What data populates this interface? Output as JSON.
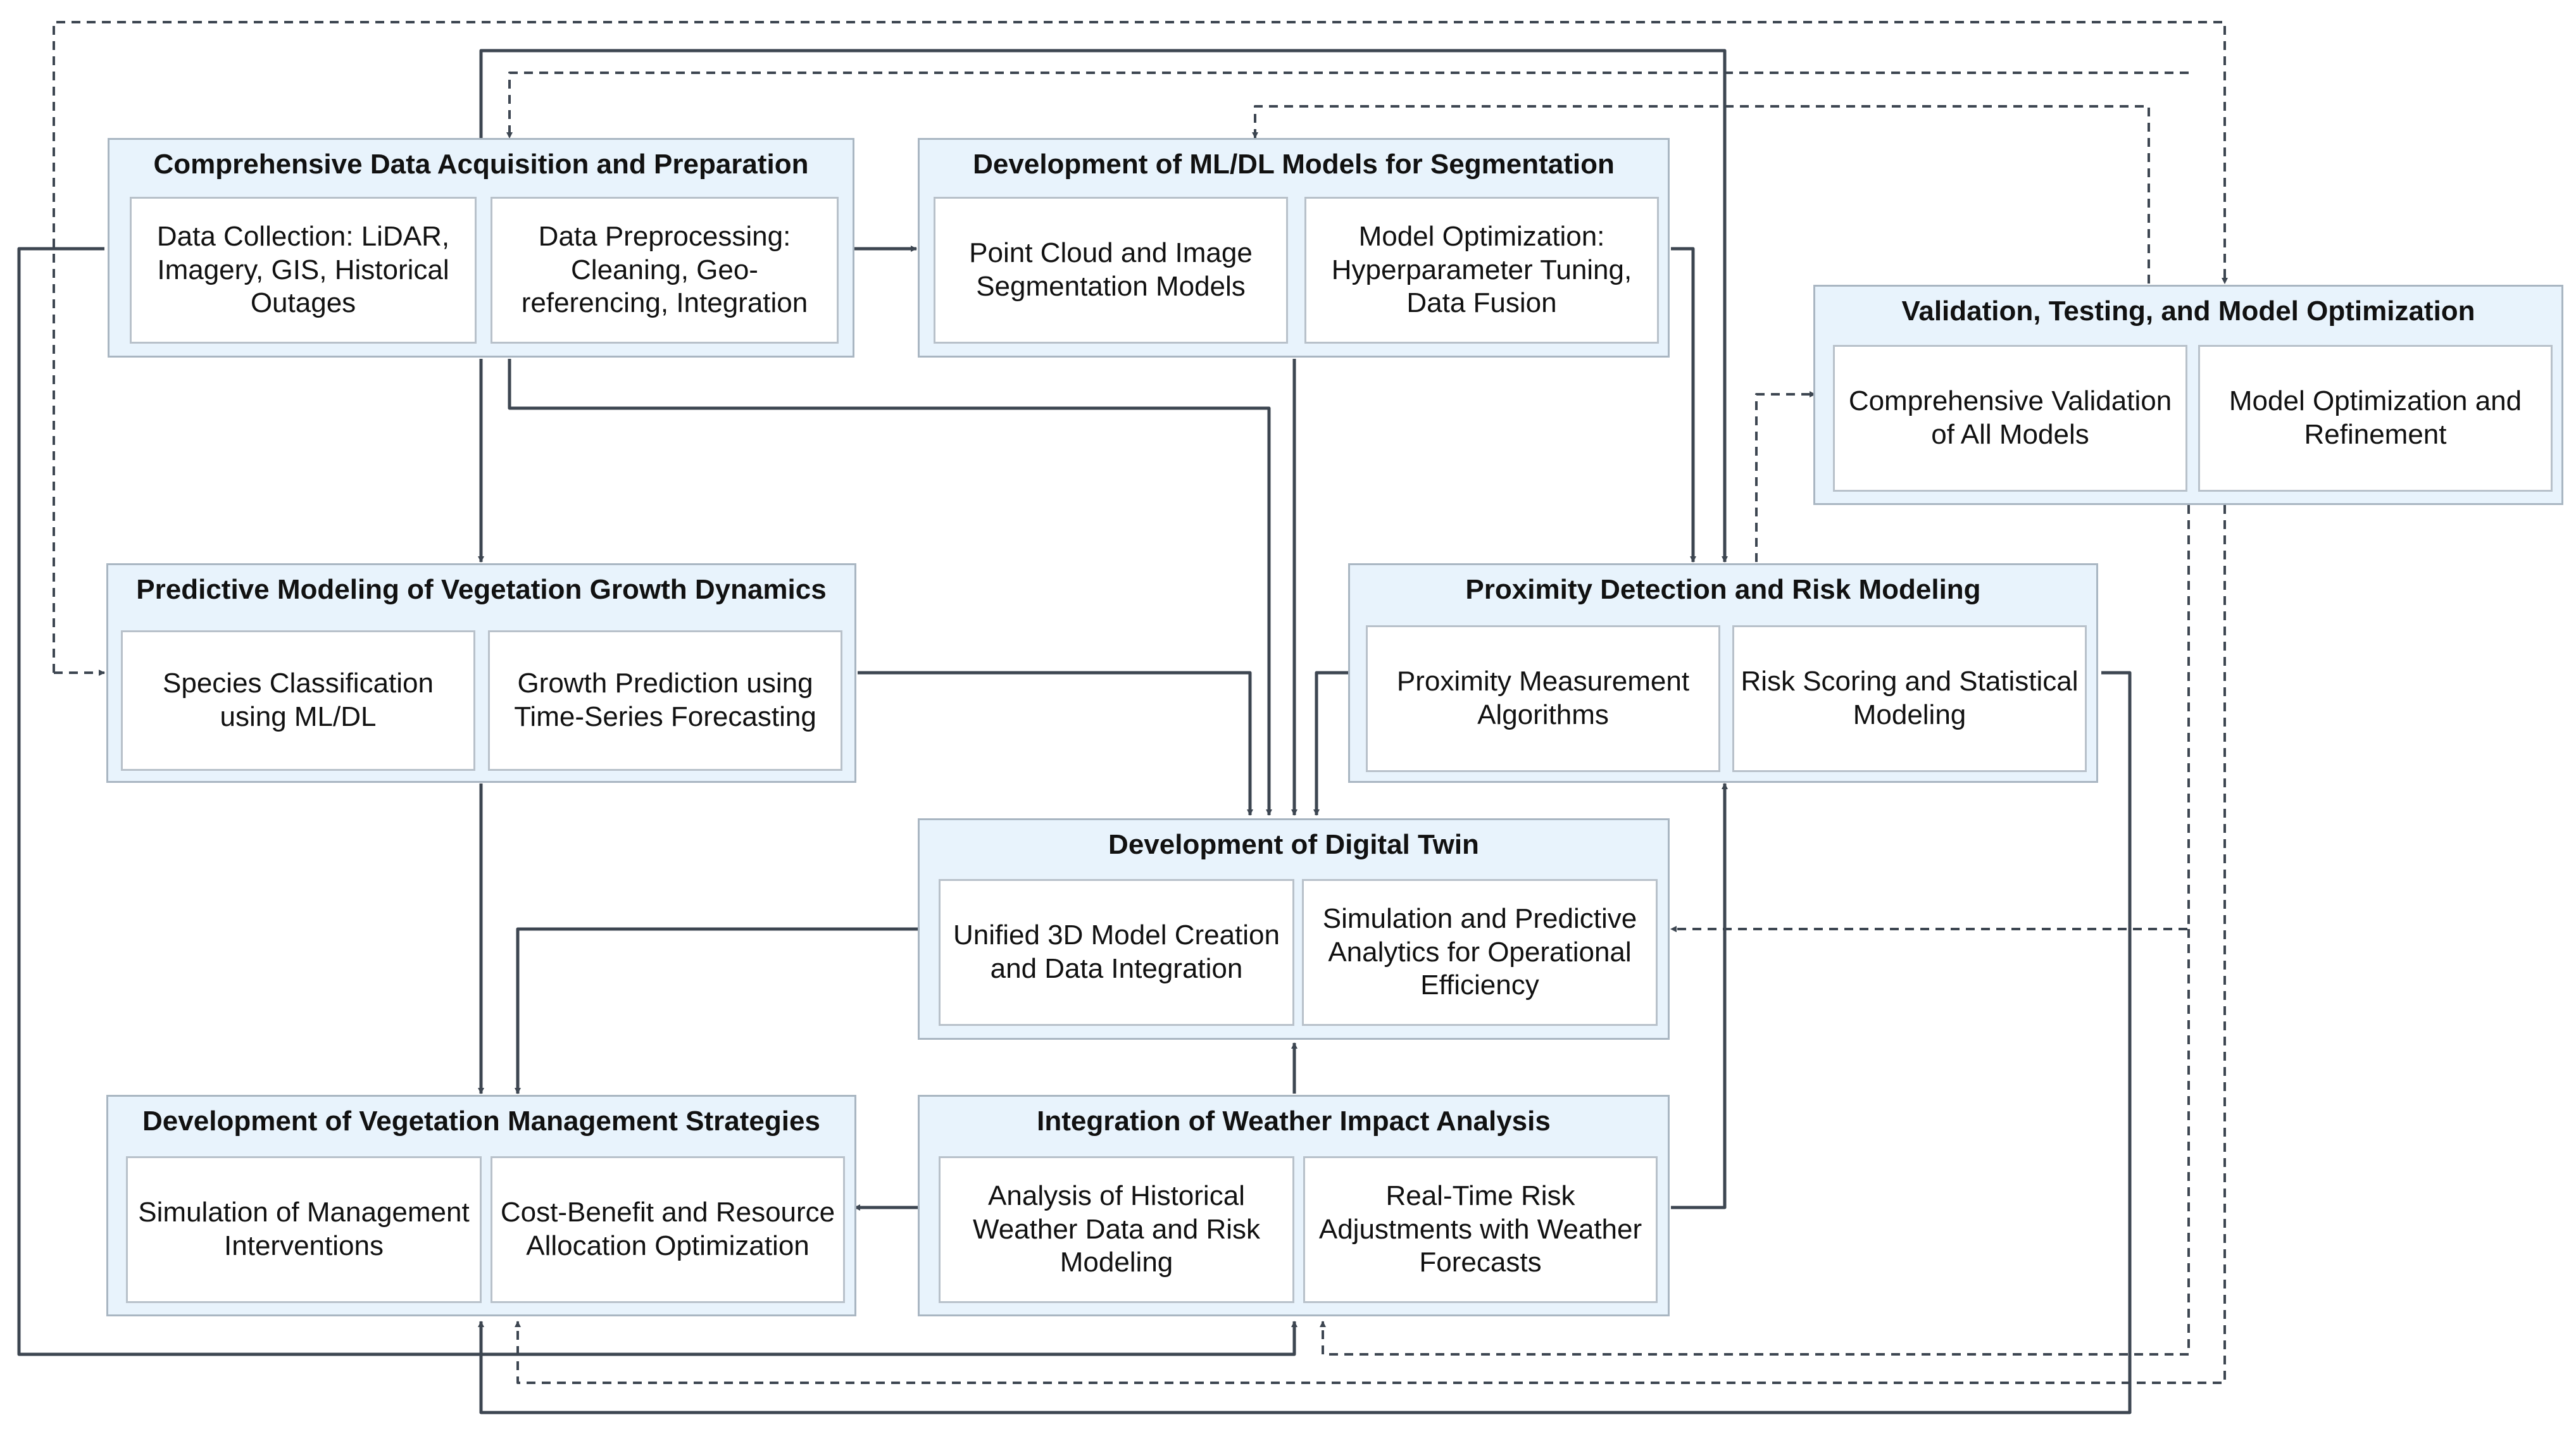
{
  "colors": {
    "group_fill": "#e8f3fc",
    "group_border": "#a9b6c2",
    "card_border": "#b8c1ca",
    "connector": "#3d4651"
  },
  "groups": {
    "acquisition": {
      "title": "Comprehensive Data Acquisition and Preparation",
      "items": [
        "Data Collection: LiDAR, Imagery, GIS, Historical Outages",
        "Data Preprocessing: Cleaning, Geo-referencing, Integration"
      ]
    },
    "segmentation": {
      "title": "Development of ML/DL Models for Segmentation",
      "items": [
        "Point Cloud and Image Segmentation Models",
        "Model Optimization: Hyperparameter Tuning, Data Fusion"
      ]
    },
    "validation": {
      "title": "Validation, Testing, and Model Optimization",
      "items": [
        "Comprehensive Validation of All Models",
        "Model Optimization and Refinement"
      ]
    },
    "predictive": {
      "title": "Predictive Modeling of Vegetation Growth Dynamics",
      "items": [
        "Species Classification using ML/DL",
        "Growth Prediction using Time-Series Forecasting"
      ]
    },
    "proximity": {
      "title": "Proximity Detection and Risk Modeling",
      "items": [
        "Proximity Measurement Algorithms",
        "Risk Scoring and Statistical Modeling"
      ]
    },
    "twin": {
      "title": "Development of Digital Twin",
      "items": [
        "Unified 3D Model Creation and Data Integration",
        "Simulation and Predictive Analytics for Operational Efficiency"
      ]
    },
    "management": {
      "title": "Development of Vegetation Management Strategies",
      "items": [
        "Simulation of Management Interventions",
        "Cost-Benefit and Resource Allocation Optimization"
      ]
    },
    "weather": {
      "title": "Integration of Weather Impact Analysis",
      "items": [
        "Analysis of Historical Weather Data and Risk Modeling",
        "Real-Time Risk Adjustments with Weather Forecasts"
      ]
    }
  }
}
